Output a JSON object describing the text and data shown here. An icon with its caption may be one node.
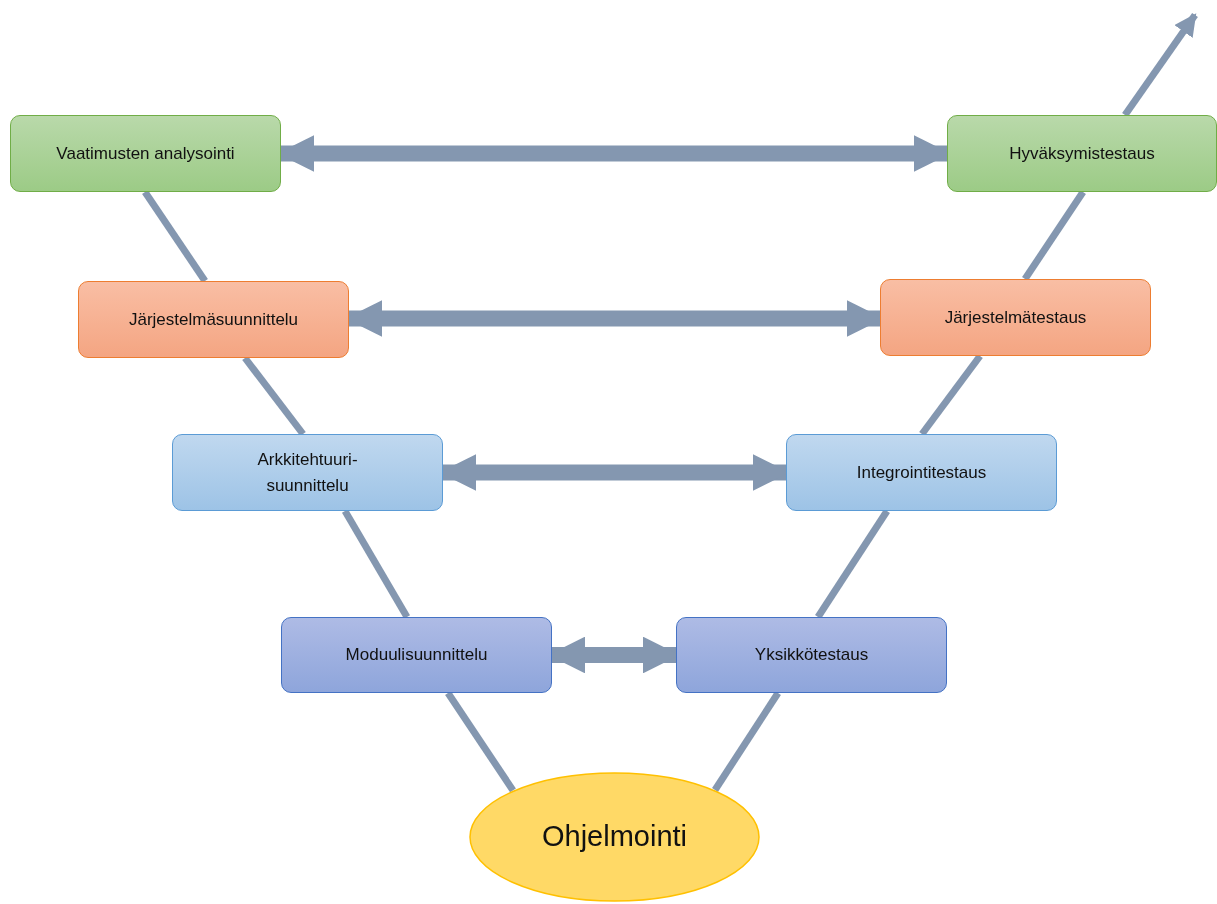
{
  "diagram": {
    "nodes": [
      {
        "text": [
          "Vaatimusten analysointi"
        ]
      },
      {
        "text": [
          "Hyväksymistestaus"
        ]
      },
      {
        "text": [
          "Järjestelmäsuunnittelu"
        ]
      },
      {
        "text": [
          "Järjestelmätestaus"
        ]
      },
      {
        "text": [
          "Arkkitehtuuri-suunnittelu"
        ]
      },
      {
        "text": [
          "Integrointitestaus"
        ]
      },
      {
        "text": [
          "Moduulisuunnittelu"
        ]
      },
      {
        "text": [
          "Yksikkötestaus"
        ]
      },
      {
        "text": [
          "Ohjelmointi"
        ]
      }
    ],
    "edges": [
      {
        "from": 0,
        "to": 2,
        "arrow": "none"
      },
      {
        "from": 2,
        "to": 4,
        "arrow": "none"
      },
      {
        "from": 4,
        "to": 6,
        "arrow": "none"
      },
      {
        "from": 6,
        "to": 8,
        "arrow": "none"
      },
      {
        "from": 8,
        "to": 7,
        "arrow": "none"
      },
      {
        "from": 7,
        "to": 5,
        "arrow": "none"
      },
      {
        "from": 5,
        "to": 3,
        "arrow": "none"
      },
      {
        "from": 3,
        "to": 1,
        "arrow": "none"
      },
      {
        "from": 1,
        "to": null,
        "arrow": "to"
      },
      {
        "from": 0,
        "to": 1,
        "arrow": "both",
        "style": "thick"
      },
      {
        "from": 2,
        "to": 3,
        "arrow": "both",
        "style": "thick"
      },
      {
        "from": 4,
        "to": 5,
        "arrow": "both",
        "style": "thick"
      },
      {
        "from": 6,
        "to": 7,
        "arrow": "both",
        "style": "thick"
      }
    ]
  }
}
